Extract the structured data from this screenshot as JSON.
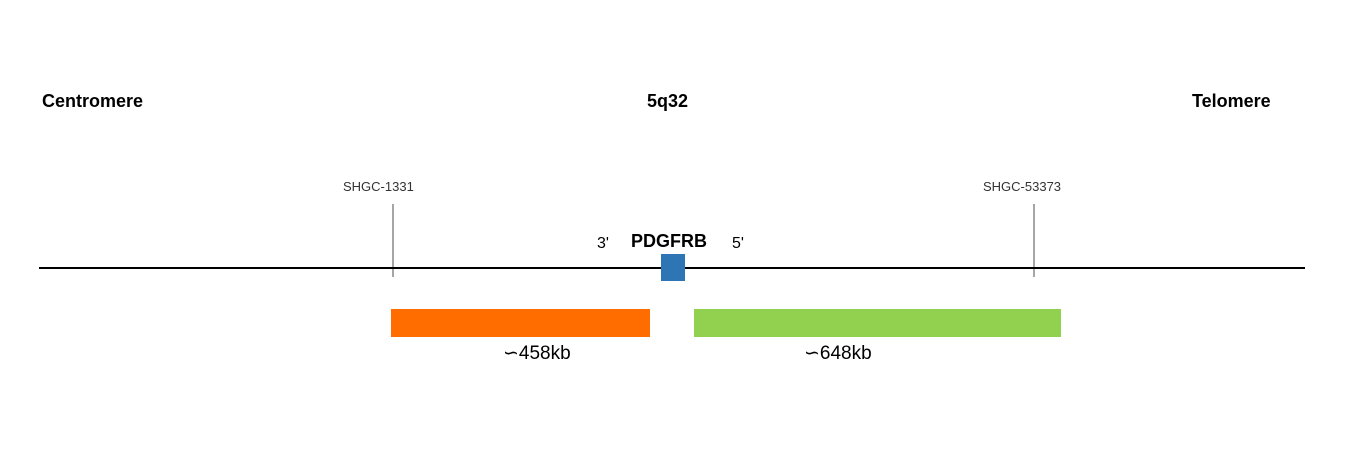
{
  "labels": {
    "centromere": "Centromere",
    "region": "5q32",
    "telomere": "Telomere"
  },
  "markers": [
    {
      "name": "SHGC-1331"
    },
    {
      "name": "SHGC-53373"
    }
  ],
  "gene": {
    "name": "PDGFRB",
    "end_left": "3'",
    "end_right": "5'",
    "color": "#2e75b6"
  },
  "probes": [
    {
      "size": "∽458kb",
      "color": "#ff6d00"
    },
    {
      "size": "∽648kb",
      "color": "#92d050"
    }
  ]
}
